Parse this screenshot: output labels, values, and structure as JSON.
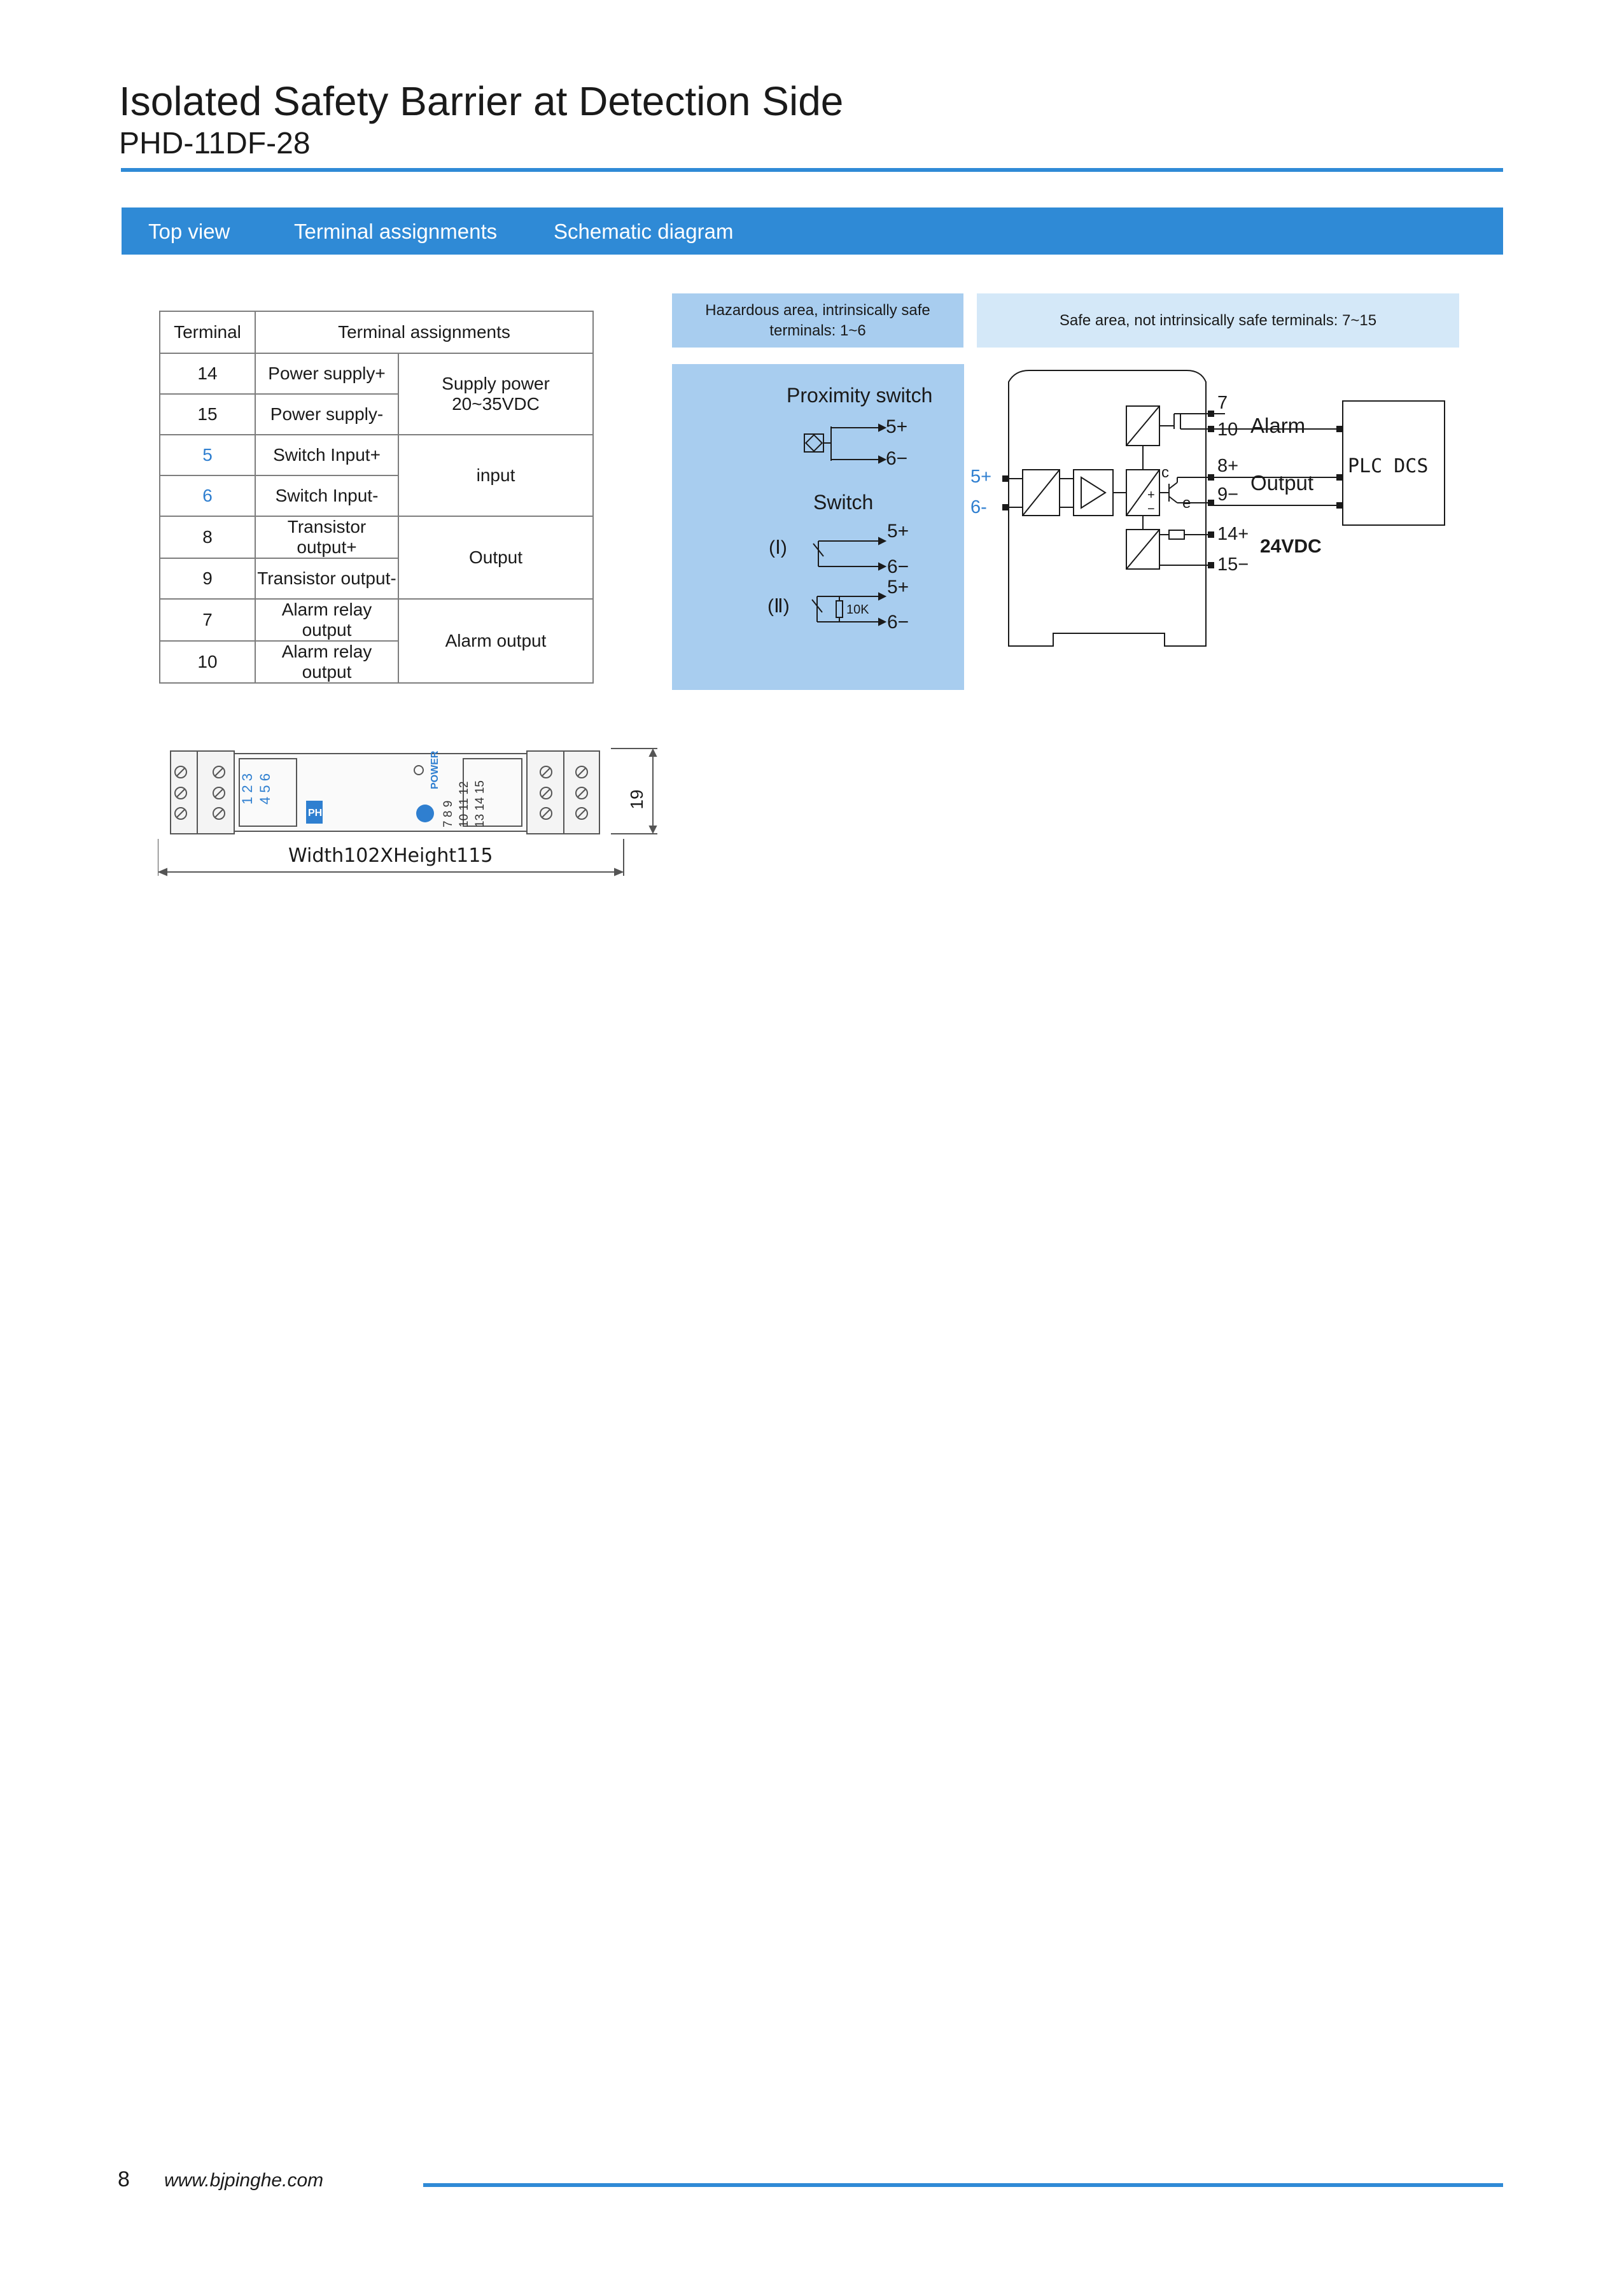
{
  "header": {
    "title": "Isolated Safety Barrier at Detection Side",
    "model": "PHD-11DF-28"
  },
  "tabs": [
    "Top view",
    "Terminal assignments",
    "Schematic diagram"
  ],
  "terminal_table": {
    "headers": [
      "Terminal",
      "Terminal assignments"
    ],
    "rows": [
      {
        "terminal": "14",
        "assignment": "Power supply+"
      },
      {
        "terminal": "15",
        "assignment": "Power supply-"
      },
      {
        "terminal": "5",
        "assignment": "Switch Input+"
      },
      {
        "terminal": "6",
        "assignment": "Switch Input-"
      },
      {
        "terminal": "8",
        "assignment": "Transistor output+"
      },
      {
        "terminal": "9",
        "assignment": "Transistor output-"
      },
      {
        "terminal": "7",
        "assignment": "Alarm relay output"
      },
      {
        "terminal": "10",
        "assignment": "Alarm relay output"
      }
    ],
    "groups": [
      "Supply power\n20~35VDC",
      "input",
      "Output",
      "Alarm output"
    ]
  },
  "schematic": {
    "hazardous_label": "Hazardous area, intrinsically safe terminals: 1~6",
    "safe_label": "Safe area, not intrinsically safe terminals: 7~15",
    "proximity_switch": "Proximity switch",
    "switch": "Switch",
    "plus5": "5+",
    "minus6": "6−",
    "variant_1": "(Ⅰ)",
    "variant_2": "(Ⅱ)",
    "resistor": "10K",
    "in_plus": "5+",
    "in_minus": "6-",
    "t7": "7",
    "t10": "10",
    "t8": "8+",
    "t9": "9−",
    "t14": "14+",
    "t15": "15−",
    "alarm": "Alarm",
    "output": "Output",
    "plc": "PLC DCS",
    "supply": "24VDC",
    "c": "c",
    "e": "e",
    "plus": "+",
    "minus": "−",
    "accent_color": "#2f7fd0"
  },
  "top_view": {
    "dimension_label": "Width102XHeight115",
    "height_mark": "19",
    "left_nums_top": "1 2 3",
    "left_nums_bottom": "4 5 6",
    "power_text": "POWER",
    "right_row1": "7 8 9",
    "right_row2": "10 11 12",
    "right_row3": "13 14 15",
    "logo": "PH"
  },
  "footer": {
    "page": "8",
    "url": "www.bjpinghe.com"
  }
}
